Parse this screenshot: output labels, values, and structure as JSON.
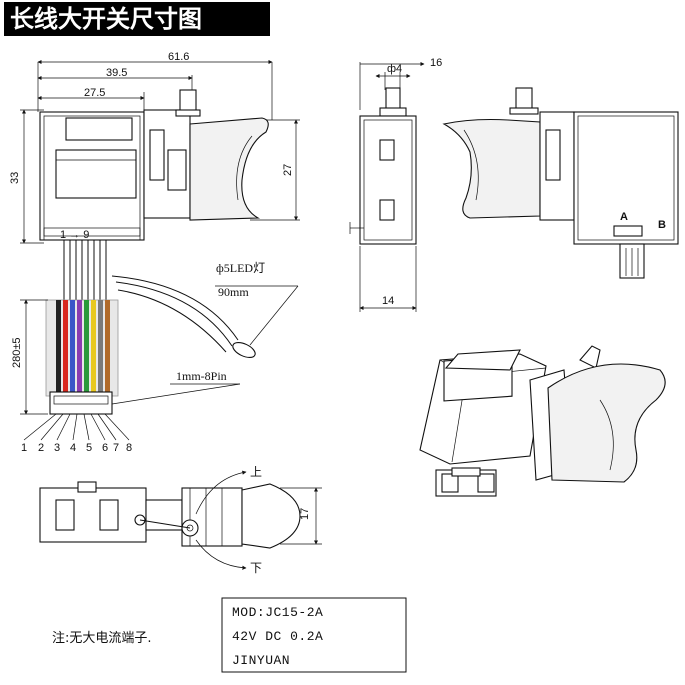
{
  "title": "长线大开关尺寸图",
  "dimensions": {
    "width_total": "61.6",
    "width_mid": "39.5",
    "width_inner": "27.5",
    "height_body": "33",
    "height_trigger": "27",
    "diameter_pin": "ф4",
    "offset": "16",
    "depth": "14",
    "wire_length": "280±5",
    "trigger_height": "17"
  },
  "led": {
    "spec": "ф5LED灯",
    "length": "90mm"
  },
  "connector": {
    "spec": "1mm-8Pin",
    "pins": [
      "1",
      "2",
      "3",
      "4",
      "5",
      "6",
      "7",
      "8"
    ]
  },
  "switch_marks": {
    "arrow": "1 → 9"
  },
  "side_labels": {
    "a": "A",
    "b": "B"
  },
  "direction": {
    "up": "上",
    "down": "下"
  },
  "note": "注:无大电流端子.",
  "spec_box": {
    "line1": "MOD:JC15-2A",
    "line2": "42V DC 0.2A",
    "line3": "JINYUAN"
  },
  "wire_colors": [
    "#222222",
    "#d8281e",
    "#3a56c8",
    "#8a3cb0",
    "#2a9a3a",
    "#e8c81e",
    "#7a7a7a",
    "#b06a2a"
  ]
}
